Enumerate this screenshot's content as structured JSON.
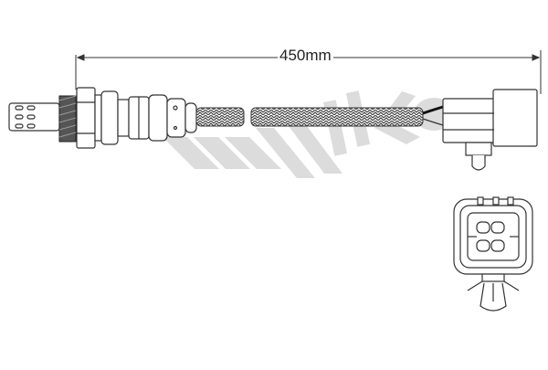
{
  "diagram": {
    "subject": "oxygen-sensor",
    "dimension": {
      "label": "450mm"
    },
    "watermark": {
      "text": "Walker",
      "color": "#d9d9d9"
    },
    "colors": {
      "line": "#333333",
      "braid": "#555555",
      "fill": "#ffffff"
    }
  }
}
